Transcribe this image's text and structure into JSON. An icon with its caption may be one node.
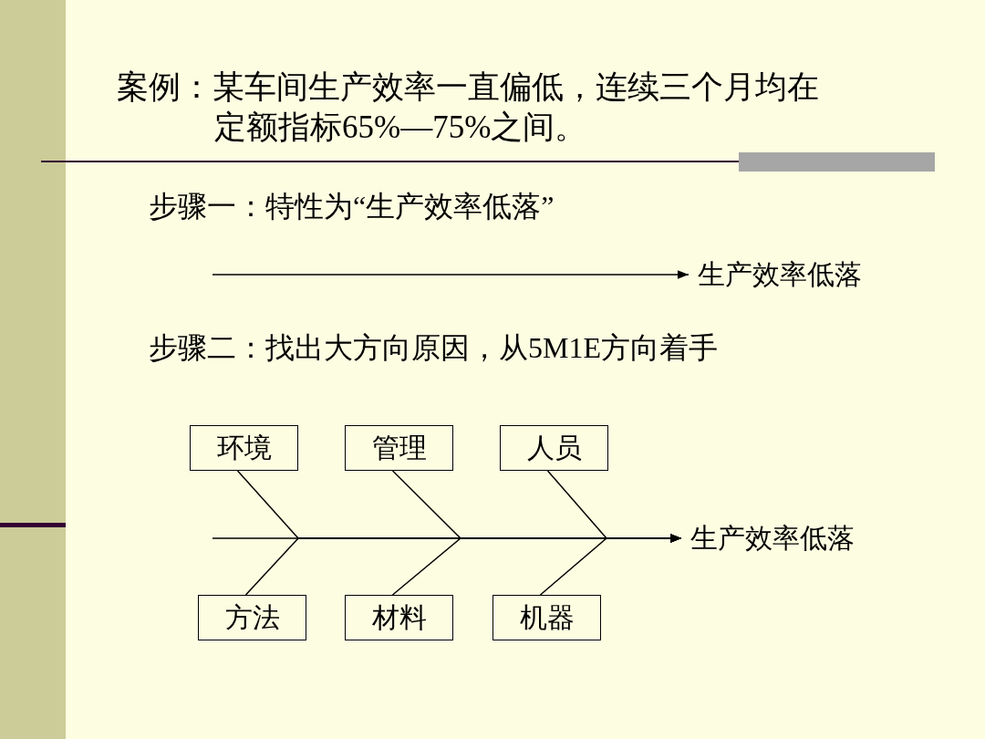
{
  "diagram": {
    "title": "案例：某车间生产效率一直偏低，连续三个月均在定额指标65%—75%之间。",
    "nodes": [
      {
        "text": [
          "生产效率低落"
        ]
      },
      {
        "text": [
          "环境"
        ]
      },
      {
        "text": [
          "管理"
        ]
      },
      {
        "text": [
          "人员"
        ]
      },
      {
        "text": [
          "方法"
        ]
      },
      {
        "text": [
          "材料"
        ]
      },
      {
        "text": [
          "机器"
        ]
      },
      {
        "text": [
          "生产效率低落"
        ]
      }
    ],
    "edges": [
      {
        "from": null,
        "to": 0,
        "arrow": "to"
      },
      {
        "from": null,
        "to": 7,
        "arrow": "to"
      },
      {
        "from": 1,
        "to": 7,
        "arrow": "to"
      },
      {
        "from": 2,
        "to": 7,
        "arrow": "to"
      },
      {
        "from": 3,
        "to": 7,
        "arrow": "to"
      },
      {
        "from": 4,
        "to": 7,
        "arrow": "to"
      },
      {
        "from": 5,
        "to": 7,
        "arrow": "to"
      },
      {
        "from": 6,
        "to": 7,
        "arrow": "to"
      }
    ],
    "labels": [
      "步骤一：特性为“生产效率低落”",
      "步骤二：找出大方向原因，从5M1E方向着手"
    ]
  }
}
